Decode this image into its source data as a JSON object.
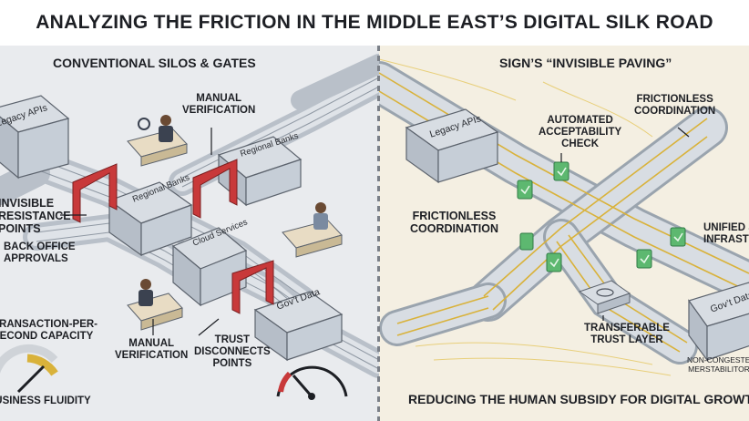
{
  "title": "ANALYZING THE FRICTION IN THE MIDDLE EAST’S DIGITAL SILK ROAD",
  "left": {
    "heading": "CONVENTIONAL SILOS & GATES",
    "boxes": {
      "legacy": "Legacy APIs",
      "regional_banks_top": "Regional Banks",
      "regional_banks_mid": "Regional Banks",
      "cloud": "Cloud Services",
      "govt": "Gov’t Data"
    },
    "labels": {
      "manual_verification_top": "MANUAL\nVERIFICATION",
      "invisible_resistance": "INVISIBLE\nRESISTANCE\nPOINTS",
      "back_office": "BACK OFFICE\nAPPROVALS",
      "transaction_capacity": "TRANSACTION-PER-\nSECOND CAPACITY",
      "manual_verification_bottom": "MANUAL\nVERIFICATION",
      "trust_disconnects": "TRUST\nDISCONNECTS\nPOINTS",
      "business_fluidity": "BUSINESS FLUIDITY"
    }
  },
  "right": {
    "heading": "SIGN’S “INVISIBLE PAVING”",
    "boxes": {
      "legacy": "Legacy APIs",
      "govt": "Gov’t Data"
    },
    "labels": {
      "automated_check": "AUTOMATED\nACCEPTABILITY\nCHECK",
      "frictionless_top": "FRICTIONLESS\nCOORDINATION",
      "frictionless_left": "FRICTIONLESS\nCOORDINATION",
      "unified": "UNIFIED SIGN\nINFRASTRUCTURE",
      "transferable": "TRANSFERABLE\nTRUST LAYER",
      "non_congested": "NON-CONGESTED\nMERSTABILITORY"
    },
    "banner": "REDUCING THE HUMAN SUBSIDY FOR DIGITAL GROWTH"
  },
  "colors": {
    "gate_red": "#c8393a",
    "trust_green": "#5db870",
    "gold_line": "#d9b23a",
    "road": "#cfd5dc",
    "box_top": "#d8dde3"
  }
}
